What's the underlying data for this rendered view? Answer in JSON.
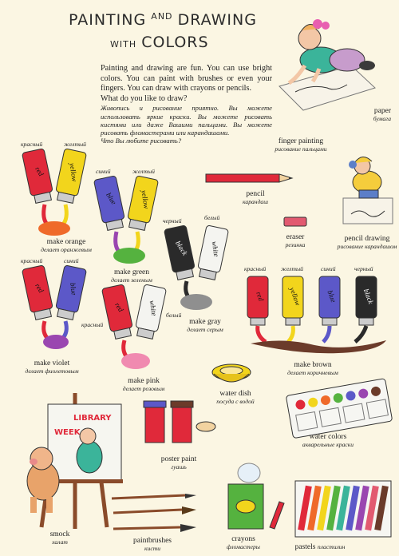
{
  "title": {
    "line1a": "PAINTING",
    "and": "AND",
    "line1b": "DRAWING",
    "with": "WITH",
    "line2": "COLORS"
  },
  "intro": {
    "en": "Painting and drawing are fun. You can use bright colors. You can paint with brushes or even your fingers. You can draw with crayons or pencils.",
    "en_question": "What do you like to draw?",
    "ru": "Живопись и рисование приятно. Вы можете использовать яркие краски. Вы можете рисовать кистями или даже Вашими пальцами. Вы можете рисовать фломастерами или карандашами.",
    "ru_question": "Что Вы любите рисовать?"
  },
  "items": {
    "paper": {
      "en": "paper",
      "ru": "бумага"
    },
    "finger_painting": {
      "en": "finger painting",
      "ru": "рисование пальцами"
    },
    "pencil": {
      "en": "pencil",
      "ru": "карандаш"
    },
    "eraser": {
      "en": "eraser",
      "ru": "резинка"
    },
    "pencil_drawing": {
      "en": "pencil drawing",
      "ru": "рисование карандашом"
    },
    "water_dish": {
      "en": "water dish",
      "ru": "посуда с водой"
    },
    "water_colors": {
      "en": "water colors",
      "ru": "акварельные краски"
    },
    "poster_paint": {
      "en": "poster paint",
      "ru": "гуашь"
    },
    "crayons": {
      "en": "crayons",
      "ru": "фломастеры"
    },
    "pastels": {
      "en": "pastels",
      "ru": "пластилин"
    },
    "smock": {
      "en": "smock",
      "ru": "халат"
    },
    "paintbrushes": {
      "en": "paintbrushes",
      "ru": "кисти"
    }
  },
  "mixes": {
    "orange": {
      "en": "make orange",
      "ru": "делает оранжевым"
    },
    "green": {
      "en": "make green",
      "ru": "делает зеленым"
    },
    "gray": {
      "en": "make gray",
      "ru": "делает серым"
    },
    "violet": {
      "en": "make violet",
      "ru": "делает фиолетовым"
    },
    "pink": {
      "en": "make pink",
      "ru": "делает розовым"
    },
    "brown": {
      "en": "make brown",
      "ru": "делает коричневым"
    }
  },
  "tube_words": {
    "red": "red",
    "yellow": "yellow",
    "blue": "blue",
    "black": "black",
    "white": "white"
  },
  "tube_ru": {
    "red": "красный",
    "yellow": "желтый",
    "blue": "синий",
    "black": "черный",
    "white": "белый"
  },
  "easel_sign": {
    "line1": "LIBRARY",
    "line2": "WEEK"
  },
  "colors": {
    "red": "#e0293a",
    "yellow": "#f2d51c",
    "blue": "#5c58c8",
    "black": "#2a2a2a",
    "white": "#f4f4f0",
    "orange": "#ef6a2a",
    "green": "#55b23f",
    "gray": "#8f8f8f",
    "violet": "#9a46b0",
    "pink": "#f08ab0",
    "brown": "#6b3b2a",
    "paper": "#fbf6e3"
  }
}
